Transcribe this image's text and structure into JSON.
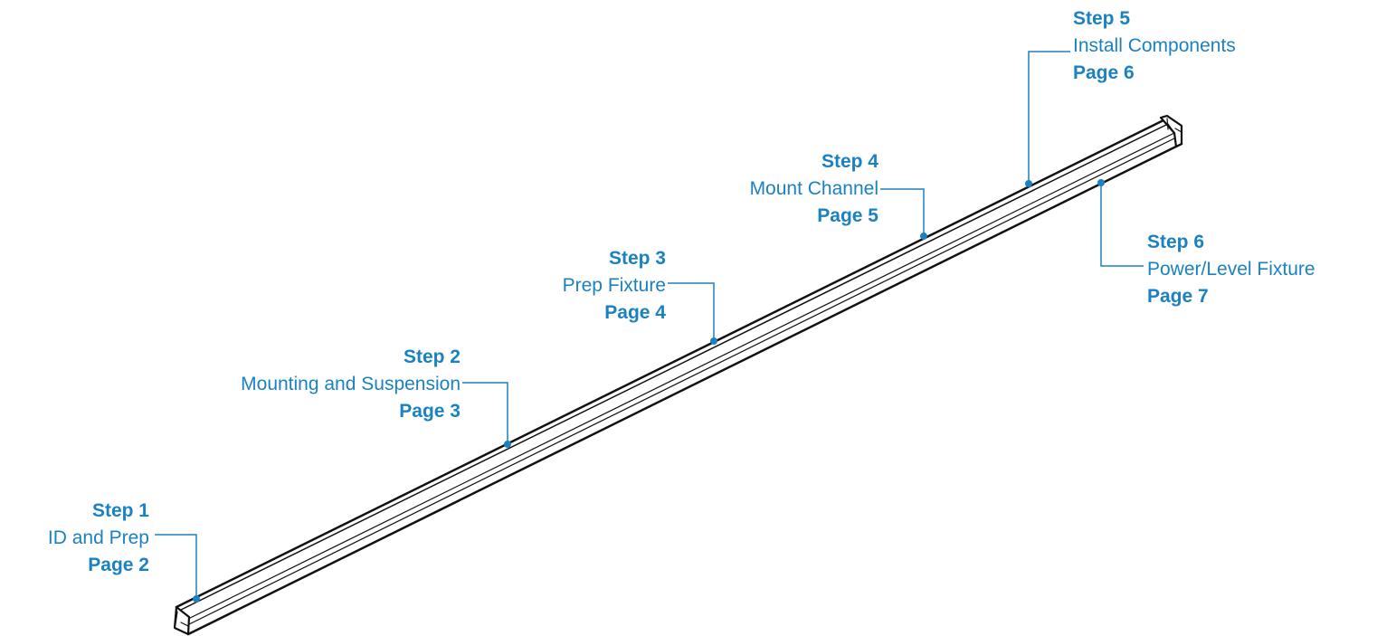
{
  "colors": {
    "accent": "#1b82c1",
    "fixture_line": "#111111"
  },
  "steps": [
    {
      "step": "Step 1",
      "title": "ID and Prep",
      "page": "Page 2"
    },
    {
      "step": "Step 2",
      "title": "Mounting and Suspension",
      "page": "Page 3"
    },
    {
      "step": "Step 3",
      "title": "Prep Fixture",
      "page": "Page 4"
    },
    {
      "step": "Step 4",
      "title": "Mount Channel",
      "page": "Page 5"
    },
    {
      "step": "Step 5",
      "title": "Install Components",
      "page": "Page 6"
    },
    {
      "step": "Step 6",
      "title": "Power/Level Fixture",
      "page": "Page 7"
    }
  ]
}
